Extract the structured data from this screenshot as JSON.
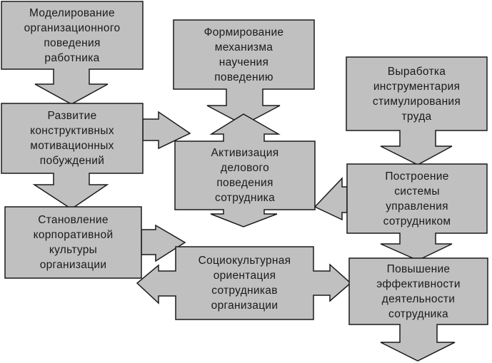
{
  "diagram": {
    "fill_color": "#c0c0c0",
    "stroke_color": "#1a1a1a",
    "text_color": "#1a1a1a",
    "nodes": [
      {
        "id": "modeling",
        "label": "Моделирование\nорганизационного\nповедения\nработника"
      },
      {
        "id": "development",
        "label": "Развитие\nконструктивных\nмотивационных\nпобуждений"
      },
      {
        "id": "corporate-culture",
        "label": "Становление\nкорпоративной\nкультуры\nорганизации"
      },
      {
        "id": "learning-mechanism",
        "label": "Формирование\nмеханизма\nнаучения\nповедению"
      },
      {
        "id": "activation",
        "label": "Активизация\nделового\nповедения\nсотрудника"
      },
      {
        "id": "stimulation-tools",
        "label": "Выработка\nинструментария\nстимулирования\nтруда"
      },
      {
        "id": "management-system",
        "label": "Построение\nсистемы\nуправления\nсотрудником"
      },
      {
        "id": "sociocultural",
        "label": "Социокультурная\nориентация\nсотрудникав\nорганизации"
      },
      {
        "id": "efficiency",
        "label": "Повышение\nэффективности\nдеятельности\nсотрудника"
      }
    ],
    "edges": [
      {
        "from": "modeling",
        "to": "development",
        "direction": "down"
      },
      {
        "from": "development",
        "to": "activation",
        "direction": "right"
      },
      {
        "from": "development",
        "to": "corporate-culture",
        "direction": "down"
      },
      {
        "from": "corporate-culture",
        "to": "sociocultural",
        "direction": "right"
      },
      {
        "from": "learning-mechanism",
        "to": "activation",
        "direction": "down"
      },
      {
        "from": "activation",
        "to": "learning-mechanism",
        "direction": "up"
      },
      {
        "from": "activation",
        "to": "",
        "direction": "down"
      },
      {
        "from": "stimulation-tools",
        "to": "management-system",
        "direction": "down"
      },
      {
        "from": "management-system",
        "to": "activation",
        "direction": "left"
      },
      {
        "from": "management-system",
        "to": "efficiency",
        "direction": "down"
      },
      {
        "from": "sociocultural",
        "to": "corporate-culture",
        "direction": "left"
      },
      {
        "from": "sociocultural",
        "to": "efficiency",
        "direction": "right"
      },
      {
        "from": "efficiency",
        "to": "",
        "direction": "down"
      }
    ]
  }
}
